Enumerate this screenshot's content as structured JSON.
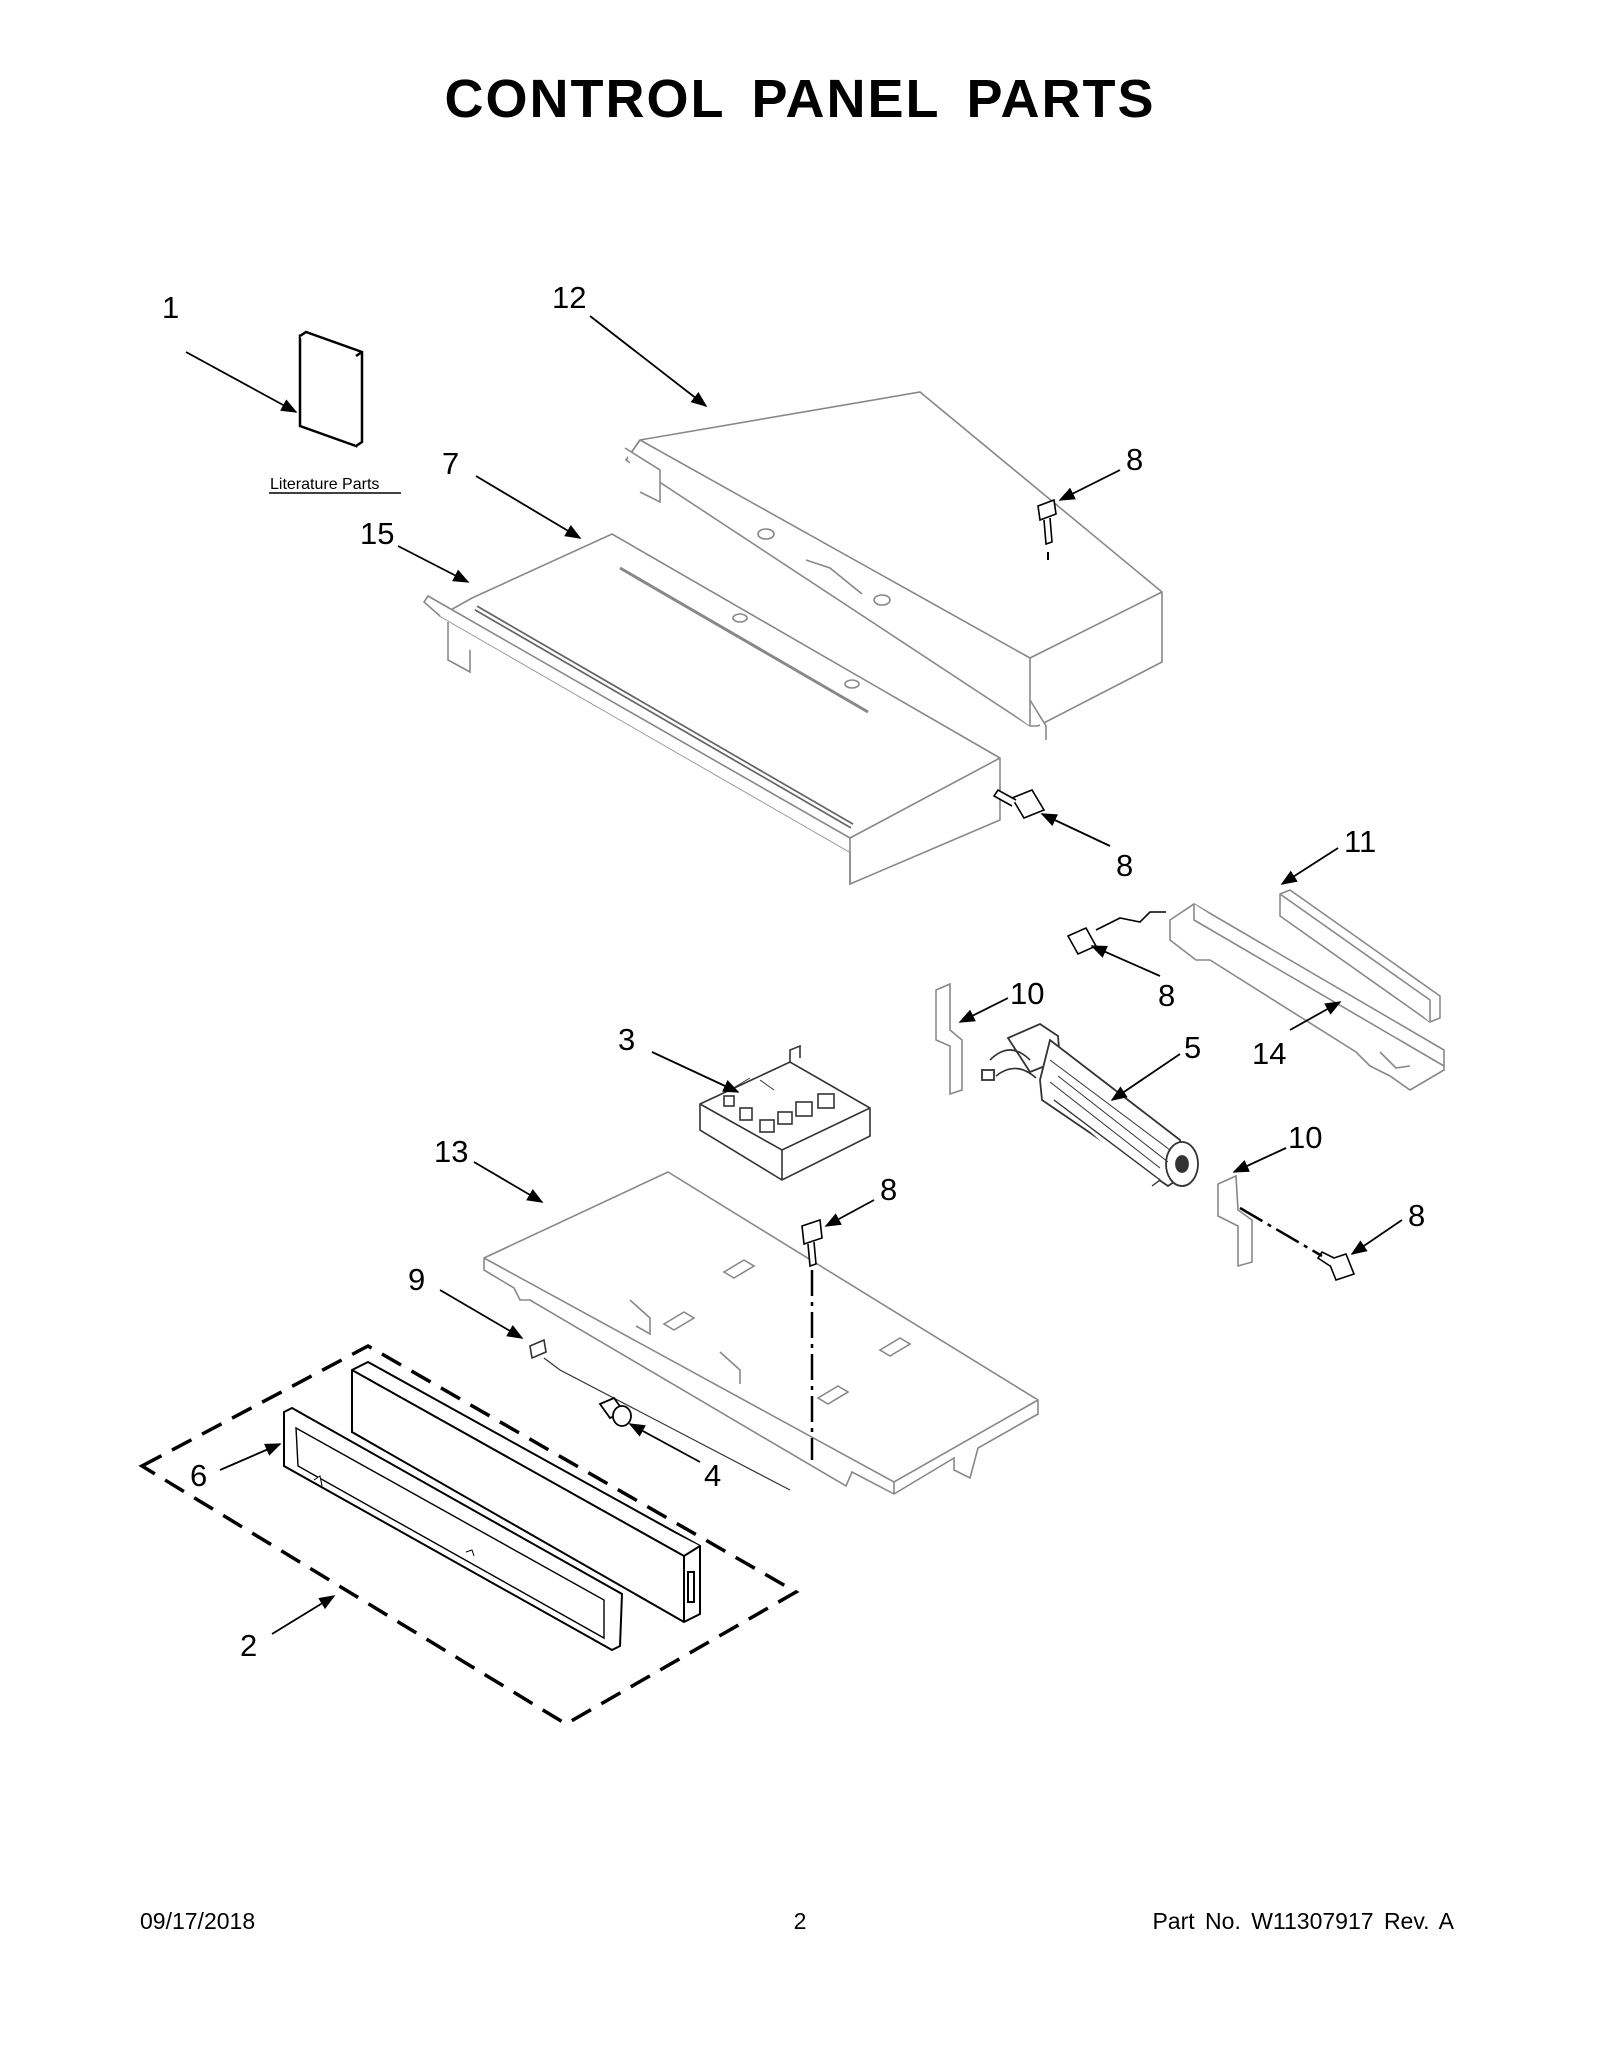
{
  "title": "CONTROL PANEL PARTS",
  "literature_label": "Literature Parts",
  "callouts": [
    {
      "id": "c1",
      "label": "1"
    },
    {
      "id": "c12",
      "label": "12"
    },
    {
      "id": "c7",
      "label": "7"
    },
    {
      "id": "c15",
      "label": "15"
    },
    {
      "id": "c8a",
      "label": "8"
    },
    {
      "id": "c8b",
      "label": "8"
    },
    {
      "id": "c11",
      "label": "11"
    },
    {
      "id": "c8c",
      "label": "8"
    },
    {
      "id": "c10a",
      "label": "10"
    },
    {
      "id": "c14",
      "label": "14"
    },
    {
      "id": "c3",
      "label": "3"
    },
    {
      "id": "c5",
      "label": "5"
    },
    {
      "id": "c13",
      "label": "13"
    },
    {
      "id": "c8d",
      "label": "8"
    },
    {
      "id": "c10b",
      "label": "10"
    },
    {
      "id": "c8e",
      "label": "8"
    },
    {
      "id": "c9",
      "label": "9"
    },
    {
      "id": "c6",
      "label": "6"
    },
    {
      "id": "c4",
      "label": "4"
    },
    {
      "id": "c2",
      "label": "2"
    }
  ],
  "footer": {
    "date": "09/17/2018",
    "page": "2",
    "part_no": "Part No.  W11307917  Rev.  A"
  }
}
